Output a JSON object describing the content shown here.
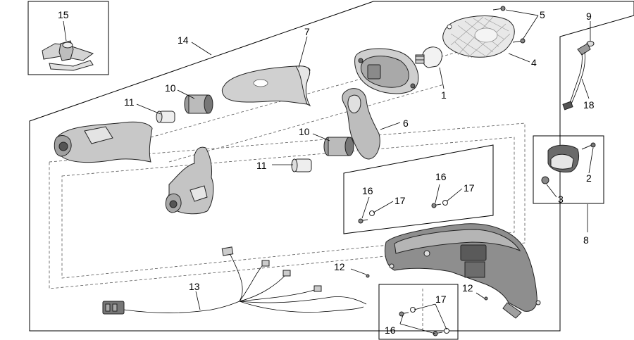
{
  "callouts": {
    "c1": "1",
    "c2": "2",
    "c3": "3",
    "c4": "4",
    "c5": "5",
    "c6": "6",
    "c7": "7",
    "c8": "8",
    "c9": "9",
    "c10a": "10",
    "c10b": "10",
    "c11a": "11",
    "c11b": "11",
    "c12a": "12",
    "c12b": "12",
    "c13": "13",
    "c14": "14",
    "c15": "15",
    "c16a": "16",
    "c16b": "16",
    "c16c": "16",
    "c17a": "17",
    "c17b": "17",
    "c17c": "17",
    "c18": "18"
  },
  "colors": {
    "part_fill": "#c9c9c9",
    "part_dark": "#8a8a8a",
    "line": "#000000"
  }
}
